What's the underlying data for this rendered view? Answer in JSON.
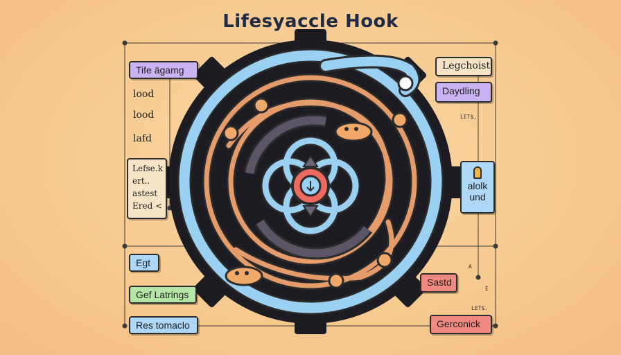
{
  "title": "Lifesyaccle Hook",
  "labels": {
    "tife_agamg": "Tife ägamg",
    "load1": "lood",
    "load2": "lood",
    "lafd": "lafd",
    "stack_line1": "Lefse.k",
    "stack_line2": "ert..",
    "stack_line3": "astest",
    "stack_line4": "Ered <",
    "egt": "Egt",
    "gef_latrings": "Gef Latrings",
    "res_tomaclo": "Res tomaclo",
    "legchoist": "Legchoist",
    "daydling": "Daydling",
    "small_note_right": "LET$.",
    "alolk": "alolk",
    "und": "und",
    "sastd": "Sastd",
    "gerconick": "Gerconick",
    "small_a": "A",
    "small_b": "E",
    "small_c": "LET$."
  },
  "colors": {
    "ring_blue": "#9ad1f2",
    "rope": "#e69b6b",
    "gear": "#1c1c22",
    "purple": "#c9b3f2",
    "green": "#b6e6a6",
    "blue_label": "#aed7f7",
    "red_label": "#f08a80",
    "center_red": "#ec6b5e"
  }
}
